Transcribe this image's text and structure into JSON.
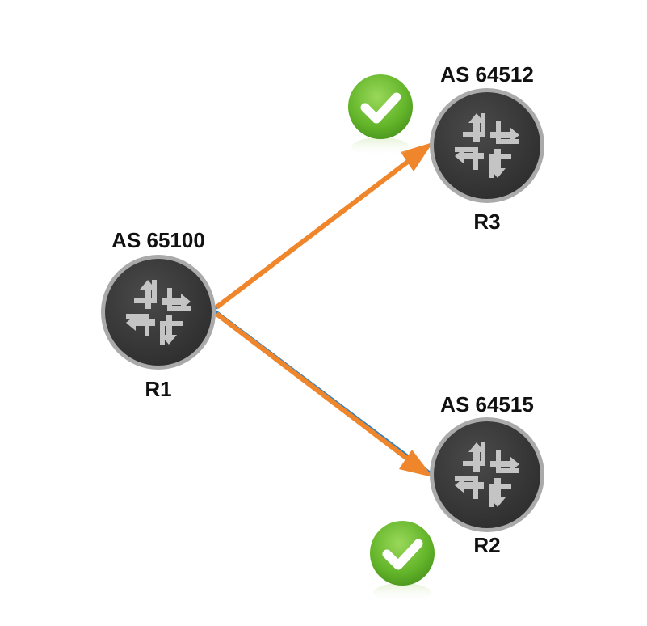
{
  "routers": [
    {
      "id": "r1",
      "name": "R1",
      "as_label": "AS 65100"
    },
    {
      "id": "r3",
      "name": "R3",
      "as_label": "AS 64512"
    },
    {
      "id": "r2",
      "name": "R2",
      "as_label": "AS 64515"
    }
  ],
  "links": [
    {
      "from": "r1",
      "to": "r3",
      "arrow": "to"
    },
    {
      "from": "r1",
      "to": "r2",
      "arrow": "to"
    }
  ],
  "status_badges": [
    {
      "near": "r3",
      "status": "ok",
      "icon": "check-icon"
    },
    {
      "near": "r2",
      "status": "ok",
      "icon": "check-icon"
    }
  ],
  "colors": {
    "router_body": "#3b3b3b",
    "router_ring": "#a9a9a9",
    "router_arrows": "#c4c4c4",
    "link_primary": "#f0862b",
    "link_secondary": "#2f7fc1",
    "badge_green": "#6cbf2f",
    "label_text": "#111111"
  }
}
